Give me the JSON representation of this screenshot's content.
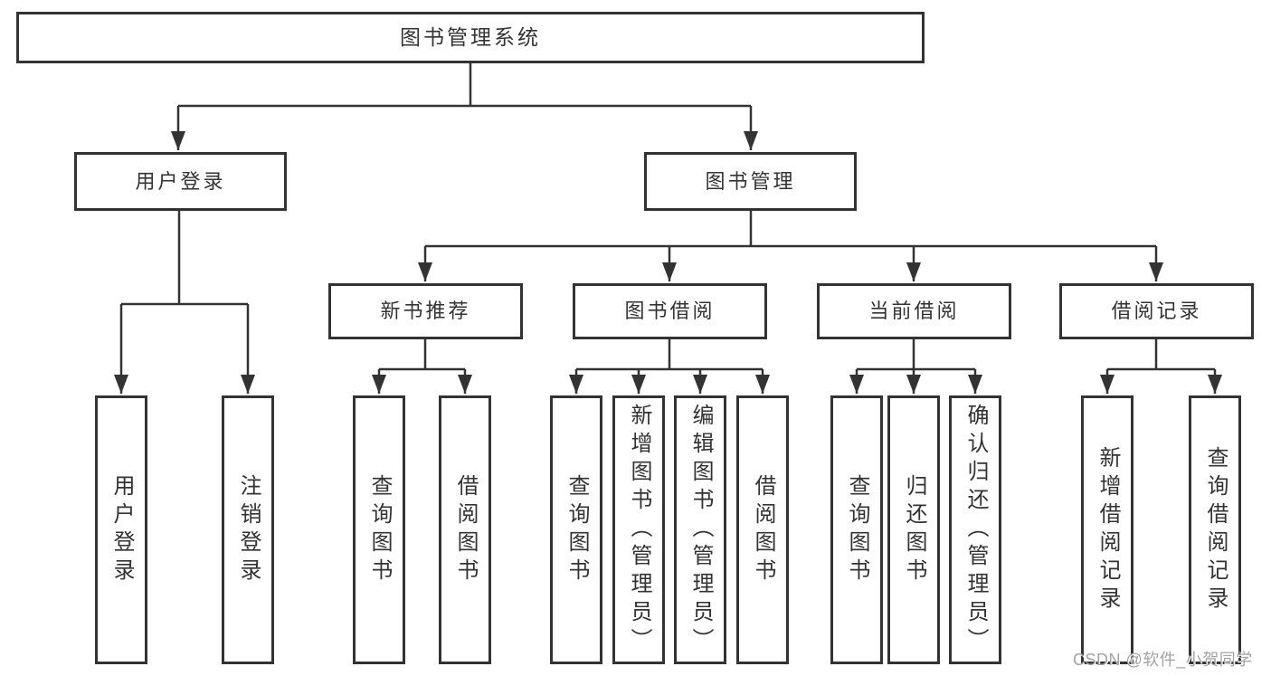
{
  "diagram": {
    "root": {
      "label": "图书管理系统"
    },
    "level2": [
      {
        "label": "用户登录",
        "children": [
          {
            "label": "用户登录"
          },
          {
            "label": "注销登录"
          }
        ]
      },
      {
        "label": "图书管理",
        "children": [
          {
            "label": "新书推荐",
            "children": [
              {
                "label": "查询图书"
              },
              {
                "label": "借阅图书"
              }
            ]
          },
          {
            "label": "图书借阅",
            "children": [
              {
                "label": "查询图书"
              },
              {
                "label": "新增图书（管理员）"
              },
              {
                "label": "编辑图书（管理员）"
              },
              {
                "label": "借阅图书"
              }
            ]
          },
          {
            "label": "当前借阅",
            "children": [
              {
                "label": "查询图书"
              },
              {
                "label": "归还图书"
              },
              {
                "label": "确认归还（管理员）"
              }
            ]
          },
          {
            "label": "借阅记录",
            "children": [
              {
                "label": "新增借阅记录"
              },
              {
                "label": "查询借阅记录"
              }
            ]
          }
        ]
      }
    ]
  },
  "watermark": "CSDN @软件_小贺同学",
  "colors": {
    "line": "#333333",
    "text": "#333333",
    "background": "#ffffff",
    "watermark": "#a3a3a3"
  }
}
